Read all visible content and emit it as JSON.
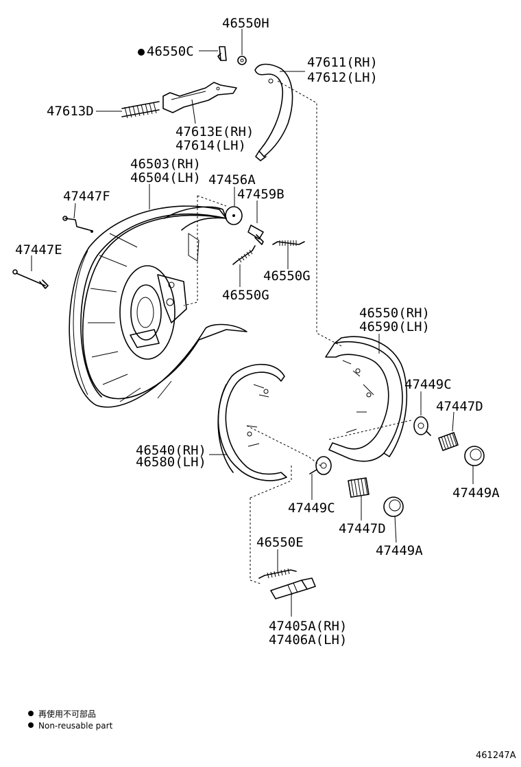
{
  "diagram": {
    "labels": {
      "p46550H": "46550H",
      "p46550C": "46550C",
      "p47611": "47611(RH)",
      "p47612": "47612(LH)",
      "p47613D": "47613D",
      "p47613E": "47613E(RH)",
      "p47614": "47614(LH)",
      "p46503": "46503(RH)",
      "p46504": "46504(LH)",
      "p47456A": "47456A",
      "p47447F": "47447F",
      "p47459B": "47459B",
      "p47447E": "47447E",
      "p46550G_a": "46550G",
      "p46550G_b": "46550G",
      "p46550RH": "46550(RH)",
      "p46590LH": "46590(LH)",
      "p47449C_a": "47449C",
      "p47447D_a": "47447D",
      "p46540": "46540(RH)",
      "p46580": "46580(LH)",
      "p47449A_a": "47449A",
      "p47449C_b": "47449C",
      "p47447D_b": "47447D",
      "p47449A_b": "47449A",
      "p46550E": "46550E",
      "p47405A": "47405A(RH)",
      "p47406A": "47406A(LH)"
    },
    "legend": {
      "line1": "再使用不可部品",
      "line2": "Non-reusable part"
    },
    "figure_code": "461247A"
  }
}
